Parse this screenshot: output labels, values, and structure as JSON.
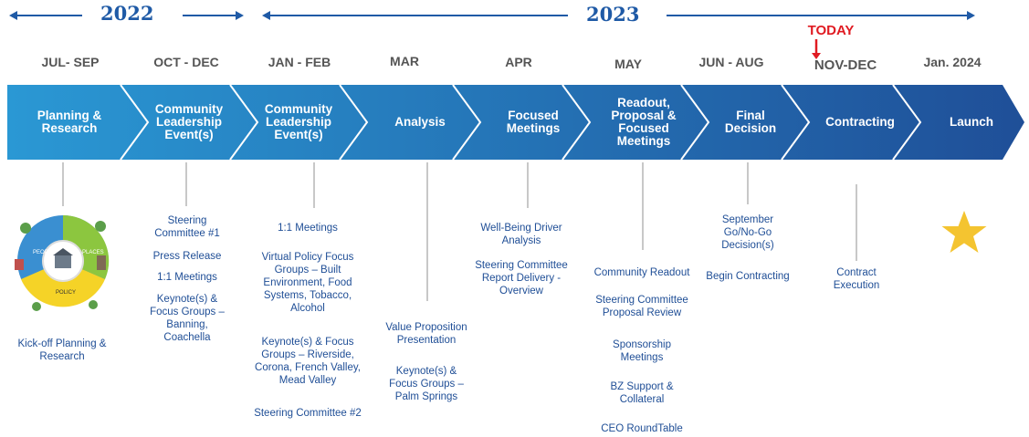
{
  "years": {
    "y2022": "2022",
    "y2023": "2023"
  },
  "today": "TODAY",
  "periods": [
    "JUL- SEP",
    "OCT - DEC",
    "JAN - FEB",
    "MAR",
    "APR",
    "MAY",
    "JUN - AUG",
    "NOV-DEC",
    "Jan. 2024"
  ],
  "stages": [
    "Planning & Research",
    "Community Leadership Event(s)",
    "Community Leadership Event(s)",
    "Analysis",
    "Focused Meetings",
    "Readout, Proposal & Focused Meetings",
    "Final Decision",
    "Contracting",
    "Launch"
  ],
  "illustration_labels": {
    "people": "PEOPLE",
    "places": "PLACES",
    "policy": "POLICY"
  },
  "notes": {
    "kickoff": "Kick-off Planning & Research",
    "steering1": "Steering Committee #1",
    "press": "Press Release",
    "meet1": "1:1 Meetings",
    "keynote1": "Keynote(s) & Focus Groups – Banning, Coachella",
    "meet2": "1:1 Meetings",
    "virtual": "Virtual Policy Focus Groups – Built Environment, Food Systems, Tobacco, Alcohol",
    "keynote2": "Keynote(s) & Focus Groups – Riverside, Corona, French Valley, Mead Valley",
    "steering2": "Steering Committee #2",
    "value": "Value Proposition Presentation",
    "keynote3": "Keynote(s) & Focus Groups – Palm Springs",
    "wellbeing": "Well-Being Driver Analysis",
    "steering_report": "Steering Committee Report Delivery - Overview",
    "community_readout": "Community Readout",
    "steering_proposal": "Steering Committee Proposal Review",
    "sponsorship": "Sponsorship Meetings",
    "bz": "BZ Support & Collateral",
    "ceo": "CEO RoundTable",
    "september": "September Go/No-Go Decision(s)",
    "begin_contracting": "Begin Contracting",
    "contract_exec": "Contract Execution"
  },
  "colors": {
    "year": "#1f5aa6",
    "today": "#e01b22",
    "note": "#1f4e96",
    "star": "#f4c430",
    "stage_start": "#2a98d4",
    "stage_end": "#1f4f98"
  }
}
